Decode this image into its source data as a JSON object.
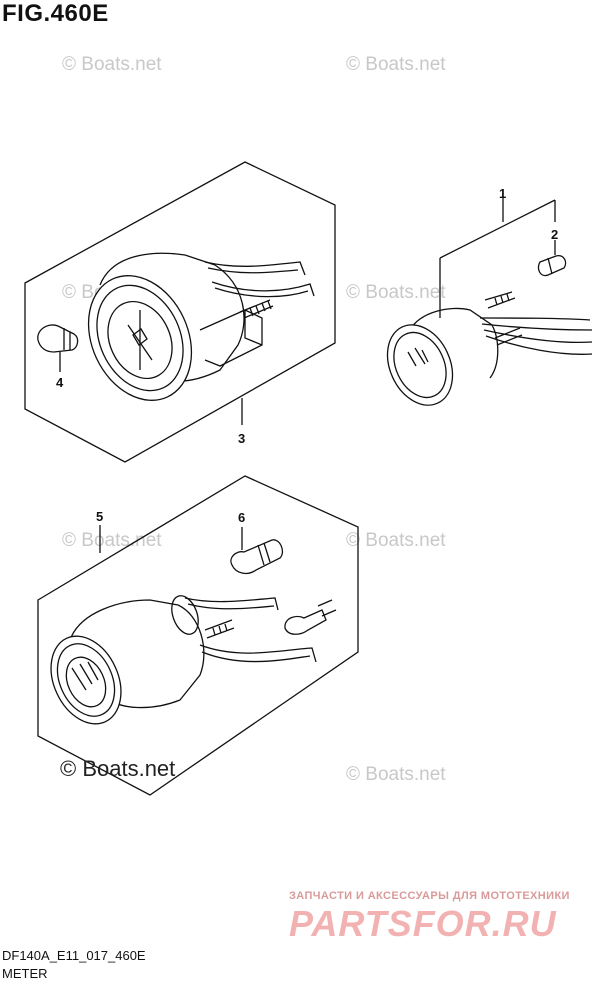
{
  "figure": {
    "title": "FIG.460E",
    "code": "DF140A_E11_017_460E",
    "description": "METER"
  },
  "callouts": [
    "1",
    "2",
    "3",
    "4",
    "5",
    "6"
  ],
  "watermarks": {
    "small": "© Boats.net",
    "large": "© Boats.net"
  },
  "branding": {
    "tagline": "ЗАПЧАСТИ И АКСЕССУАРЫ ДЛЯ МОТОТЕХНИКИ",
    "logo_text": "PARTSFOR.RU"
  },
  "colors": {
    "line": "#111111",
    "watermark": "#c8c8c8",
    "brand": "#f2b2b2"
  }
}
